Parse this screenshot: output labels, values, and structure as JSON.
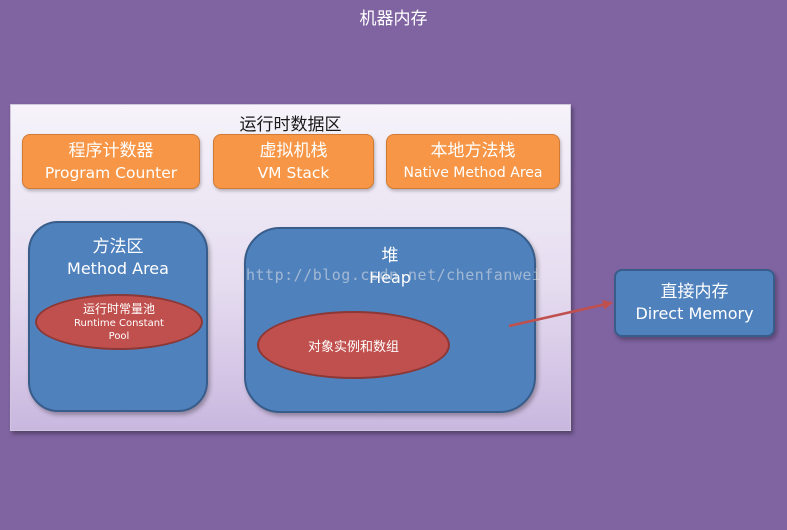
{
  "diagram": {
    "title": "机器内存",
    "runtime_area": {
      "title": "运行时数据区",
      "program_counter": {
        "zh": "程序计数器",
        "en": "Program Counter"
      },
      "vm_stack": {
        "zh": "虚拟机栈",
        "en": "VM Stack"
      },
      "native_stack": {
        "zh": "本地方法栈",
        "en": "Native Method Area"
      },
      "method_area": {
        "zh": "方法区",
        "en": "Method Area",
        "constant_pool": {
          "zh": "运行时常量池",
          "en_line1": "Runtime Constant",
          "en_line2": "Pool"
        }
      },
      "heap": {
        "zh": "堆",
        "en": "Heap",
        "objects": "对象实例和数组"
      }
    },
    "direct_memory": {
      "zh": "直接内存",
      "en": "Direct Memory"
    },
    "watermark": "http://blog.csdn.net/chenfanwei",
    "colors": {
      "background": "#8064a2",
      "orange": "#f79646",
      "blue": "#4f81bd",
      "red": "#c0504d",
      "arrow": "#c0504d"
    }
  }
}
